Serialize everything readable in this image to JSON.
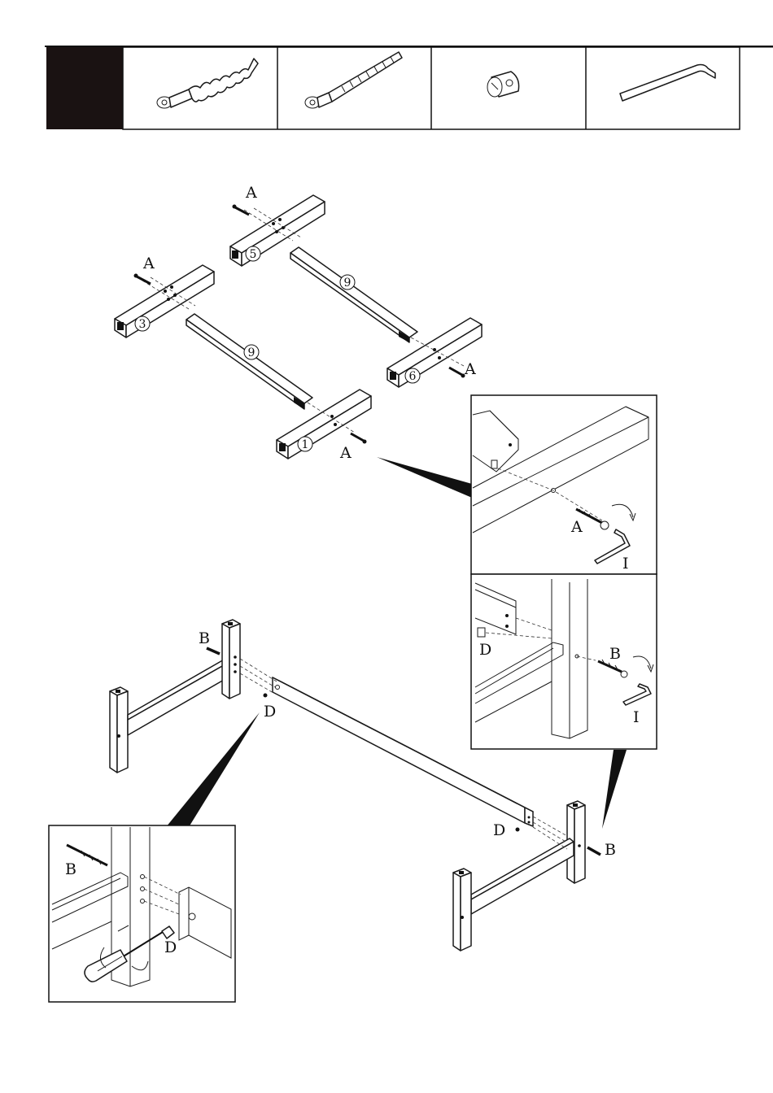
{
  "hardware": [
    {
      "icon": "screw-bolt-icon"
    },
    {
      "icon": "long-bolt-icon"
    },
    {
      "icon": "barrel-nut-icon"
    },
    {
      "icon": "allen-key-icon"
    }
  ],
  "labels": {
    "bolt_a": "A",
    "bolt_b": "B",
    "nut_d": "D",
    "key_i": "I"
  },
  "part_numbers": {
    "p1": "1",
    "p3": "3",
    "p5": "5",
    "p6": "6",
    "p9": "9"
  }
}
